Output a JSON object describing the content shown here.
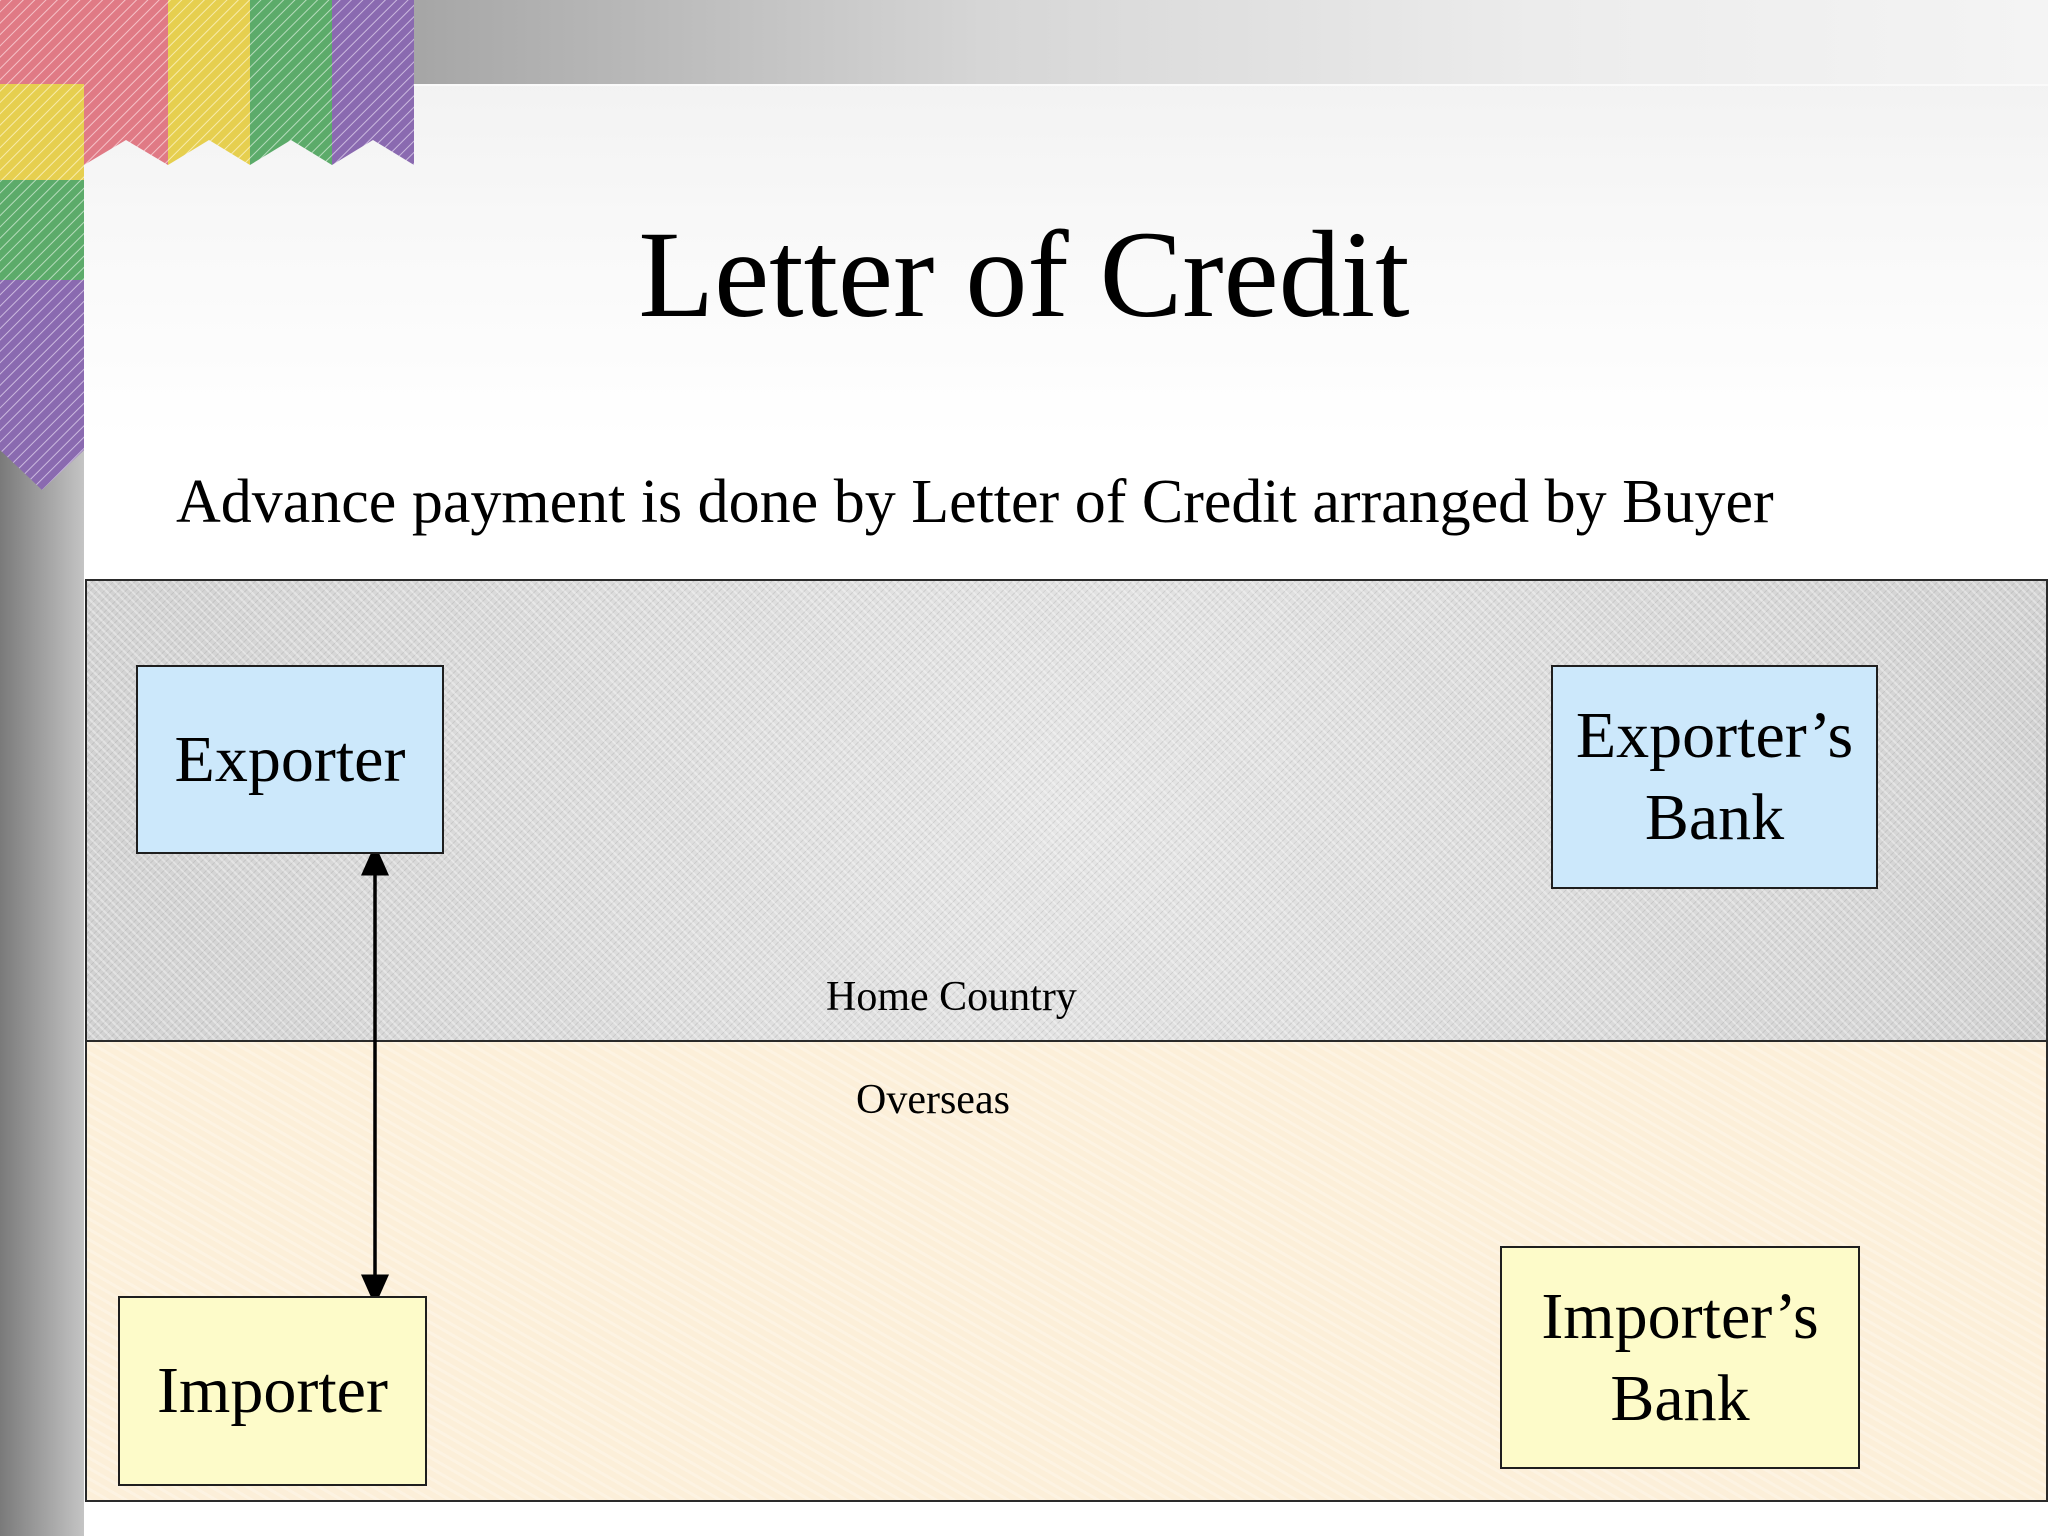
{
  "slide": {
    "title": "Letter of Credit",
    "subtitle": "Advance payment is done by Letter of Credit arranged by Buyer"
  },
  "regions": {
    "home": {
      "label": "Home Country",
      "color": "#d9d9d9"
    },
    "overseas": {
      "label": "Overseas",
      "color": "#fcefd9"
    }
  },
  "parties": {
    "exporter": {
      "label": "Exporter",
      "color": "#cce8fb"
    },
    "exporter_bank": {
      "label": "Exporter’s Bank",
      "color": "#cce8fb"
    },
    "importer": {
      "label": "Importer",
      "color": "#fdfbc9"
    },
    "importer_bank": {
      "label": "Importer’s Bank",
      "color": "#fdfbc9"
    }
  },
  "connections": [
    {
      "from": "exporter",
      "to": "importer",
      "style": "double-headed-arrow"
    }
  ],
  "decoration": {
    "ribbon_colors": [
      "#e07a85",
      "#e6cf4f",
      "#5cab6a",
      "#8a6ab0"
    ]
  }
}
